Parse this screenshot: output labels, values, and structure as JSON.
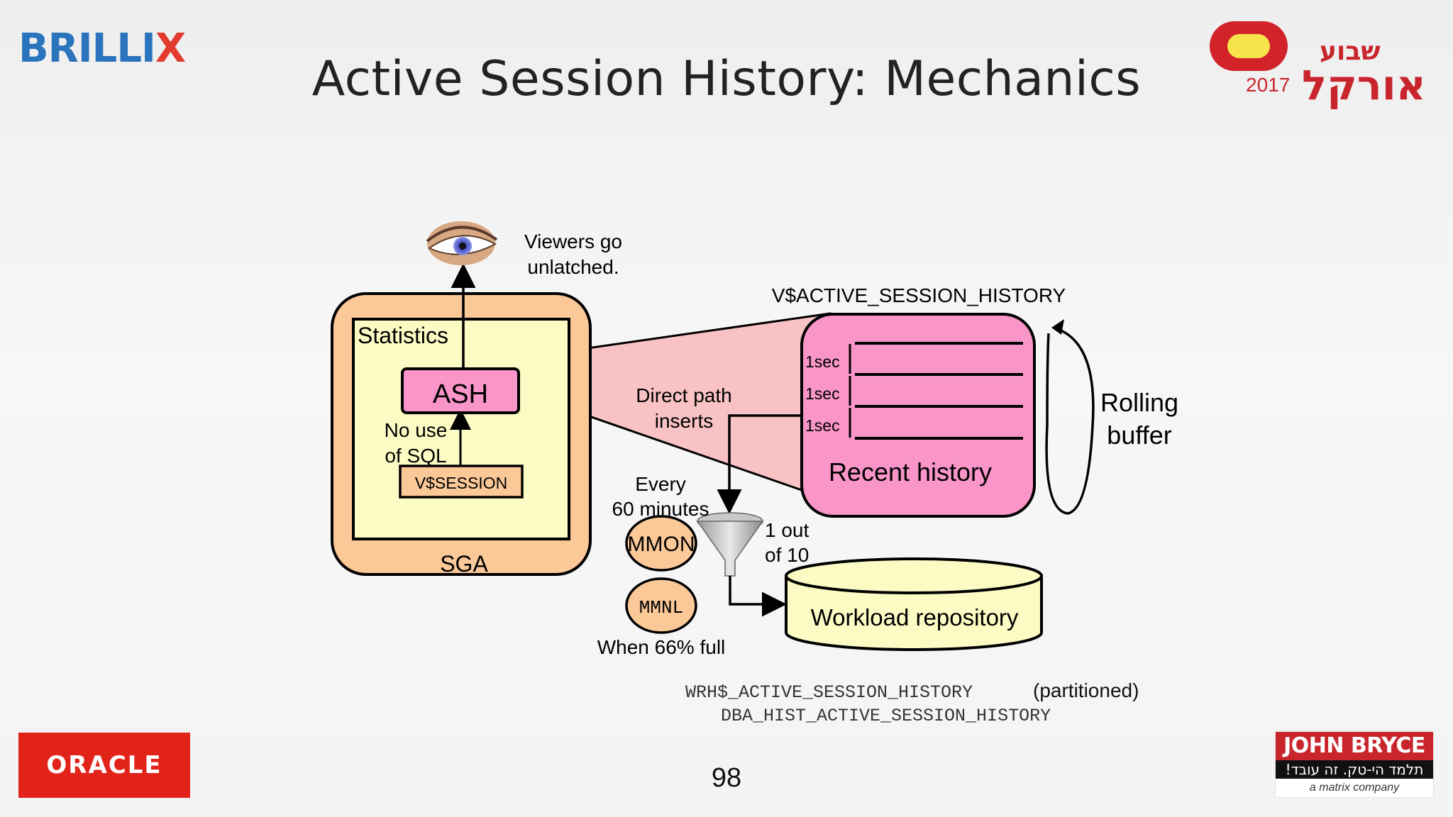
{
  "slide": {
    "title": "Active Session History: Mechanics",
    "page_number": "98"
  },
  "logos": {
    "brillix_main": "BRILLI",
    "brillix_x": "X",
    "event_heb_small": "שבוע",
    "event_heb_large": "אורקל",
    "event_year": "2017",
    "oracle": "ORACLE",
    "john_bryce_top": "JOHN BRYCE",
    "john_bryce_heb": "תלמד הי-טק. זה עובד!",
    "john_bryce_tag": "a matrix company"
  },
  "diagram": {
    "viewers": [
      "Viewers go",
      "unlatched."
    ],
    "statistics": "Statistics",
    "ash": "ASH",
    "no_use_sql": [
      "No use",
      "of SQL"
    ],
    "vsession": "V$SESSION",
    "sga": "SGA",
    "direct_path": [
      "Direct path",
      "inserts"
    ],
    "vash": "V$ACTIVE_SESSION_HISTORY",
    "seconds": [
      "1sec",
      "1sec",
      "1sec"
    ],
    "recent_history": "Recent history",
    "rolling_buffer": [
      "Rolling",
      "buffer"
    ],
    "every_60": [
      "Every",
      "60 minutes"
    ],
    "mmon": "MMON",
    "mmnl": "MMNL",
    "when_66": "When 66% full",
    "one_out_of_10": [
      "1 out",
      "of 10"
    ],
    "workload_repo": "Workload repository",
    "wrh": "WRH$_ACTIVE_SESSION_HISTORY",
    "partitioned": "(partitioned)",
    "dba_hist": "DBA_HIST_ACTIVE_SESSION_HISTORY"
  },
  "colors": {
    "sga_fill": "#fbc898",
    "inner_fill": "#fdfbc4",
    "ash_fill": "#f995c8",
    "cone_fill": "#f9c2c4",
    "repo_fill": "#fdfbc4",
    "logo_red": "#c9252c",
    "brillix_blue": "#2a73bd"
  }
}
